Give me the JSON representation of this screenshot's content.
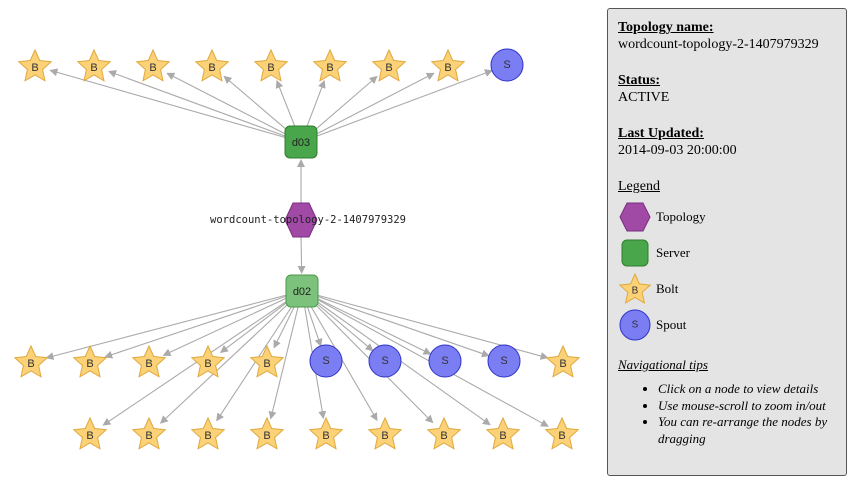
{
  "graph": {
    "topology": {
      "label": "wordcount-topology-2-1407979329"
    },
    "servers": [
      {
        "id": "d03",
        "label": "d03",
        "color": "#4aa64a",
        "border": "#2f7d2f"
      },
      {
        "id": "d02",
        "label": "d02",
        "color": "#7cc27c",
        "border": "#4a9a4a"
      }
    ],
    "groups": [
      {
        "server": "d03",
        "components": [
          "B",
          "B",
          "B",
          "B",
          "B",
          "B",
          "B",
          "B",
          "S"
        ]
      },
      {
        "server": "d02",
        "components": [
          "B",
          "B",
          "B",
          "B",
          "B",
          "S",
          "S",
          "S",
          "S",
          "B",
          "B",
          "B",
          "B",
          "B",
          "B",
          "B",
          "B",
          "B",
          "B"
        ]
      }
    ],
    "colors": {
      "topology": "#a04aa6",
      "topology_border": "#7a2f80",
      "bolt": "#fcd279",
      "bolt_border": "#e0a83a",
      "spout": "#7b7ef2",
      "spout_border": "#2f33c8",
      "edge": "#aaaaaa"
    }
  },
  "panel": {
    "topology_name_label": "Topology name:",
    "topology_name": "wordcount-topology-2-1407979329",
    "status_label": "Status:",
    "status": "ACTIVE",
    "last_updated_label": "Last Updated:",
    "last_updated": "2014-09-03 20:00:00",
    "legend_title": "Legend",
    "legend": [
      {
        "label": "Topology",
        "icon": "hexagon-icon"
      },
      {
        "label": "Server",
        "icon": "server-icon"
      },
      {
        "label": "Bolt",
        "icon": "star-icon",
        "letter": "B"
      },
      {
        "label": "Spout",
        "icon": "circle-icon",
        "letter": "S"
      }
    ],
    "tips_title": "Navigational tips",
    "tips": [
      "Click on a node to view details",
      "Use mouse-scroll to zoom in/out",
      "You can re-arrange the nodes by dragging"
    ]
  }
}
